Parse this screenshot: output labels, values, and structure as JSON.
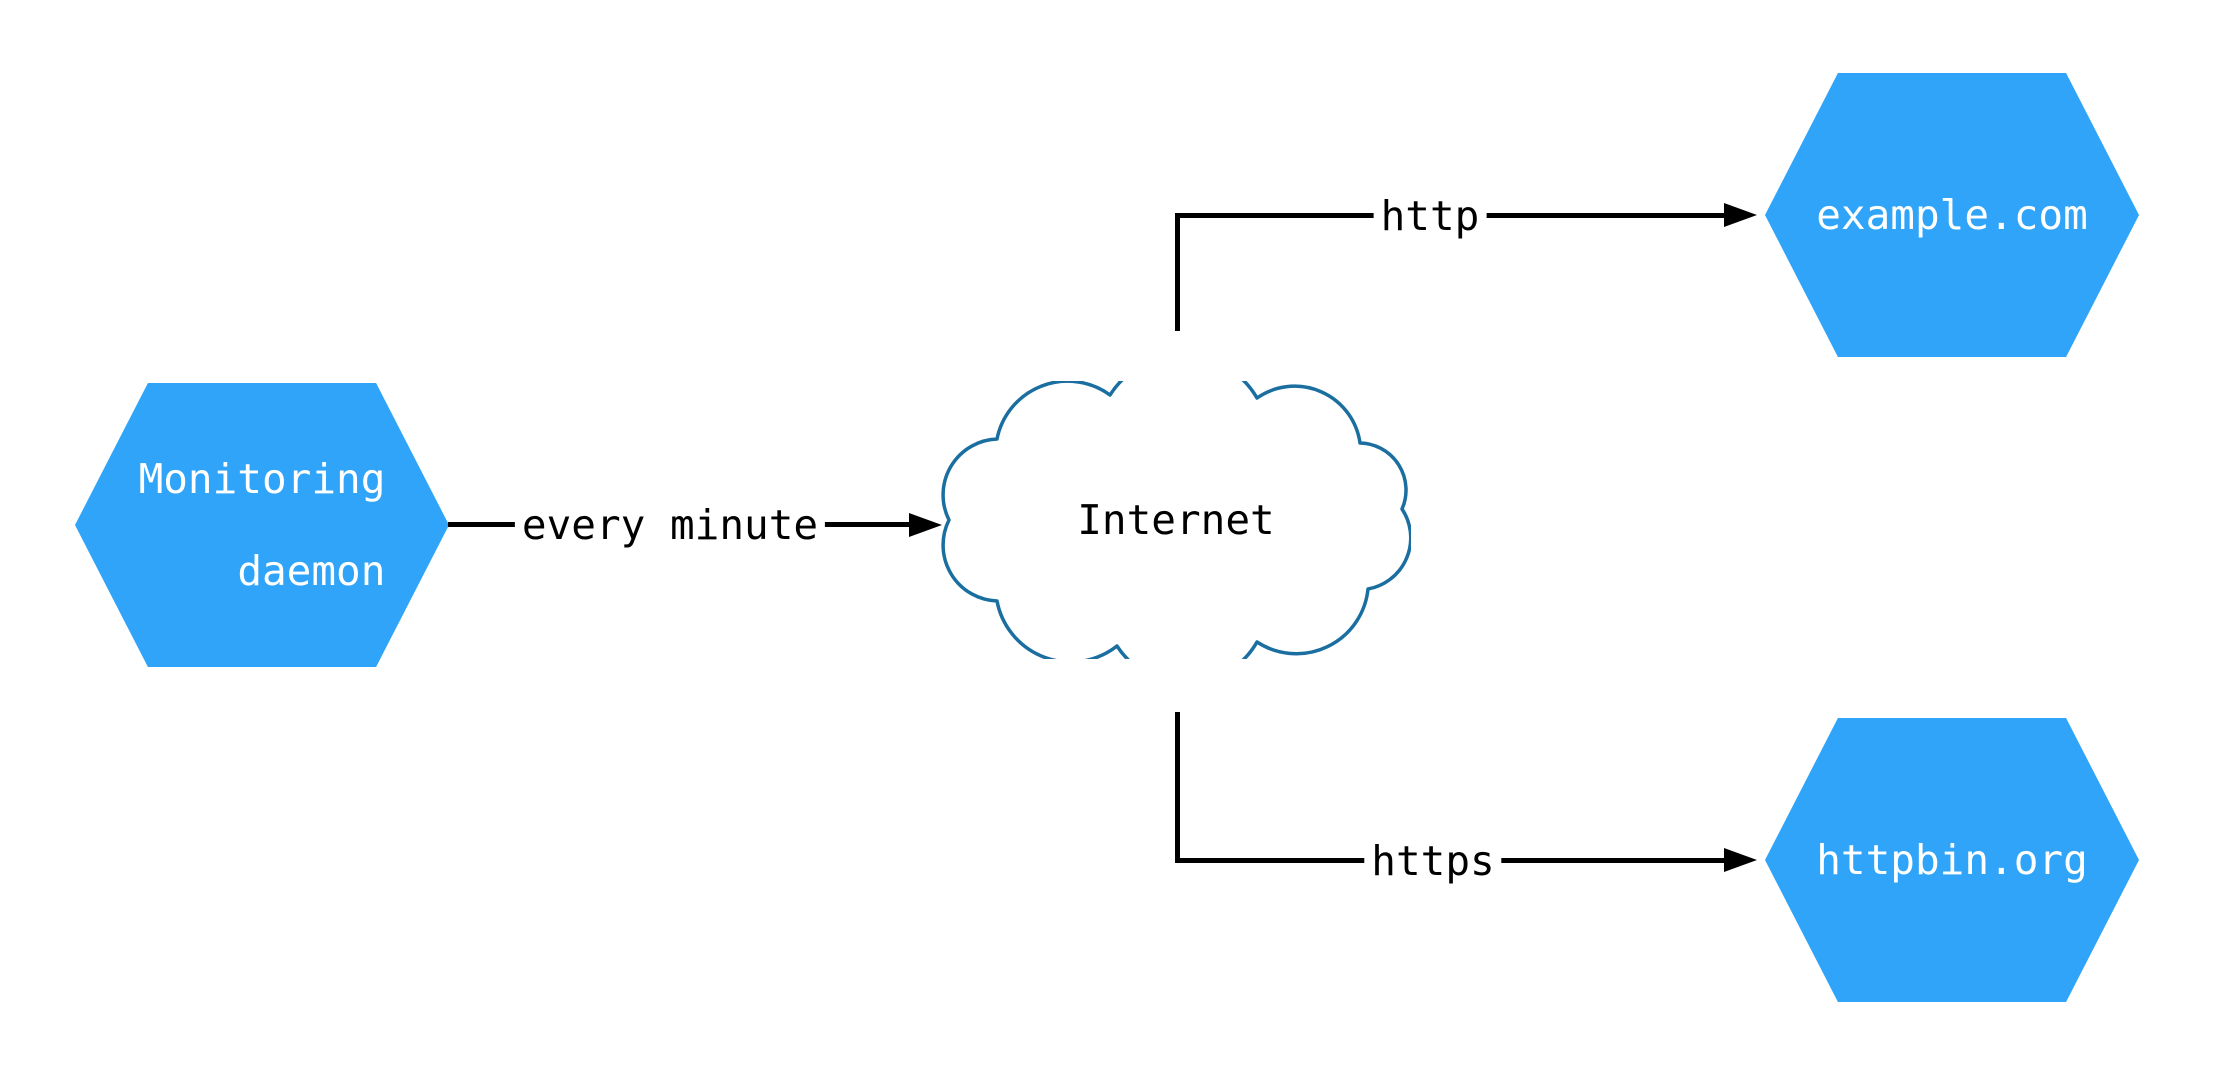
{
  "colors": {
    "background": "#ffffff",
    "node_fill": "#2FA4F8",
    "node_text": "#ffffff",
    "cloud_stroke": "#1B6EA0",
    "cloud_fill": "#ffffff",
    "edge": "#000000",
    "label_text": "#000000"
  },
  "nodes": {
    "monitoring": {
      "line1": "Monitoring",
      "line2": "daemon"
    },
    "internet": {
      "label": "Internet"
    },
    "example": {
      "label": "example.com"
    },
    "httpbin": {
      "label": "httpbin.org"
    }
  },
  "edges": {
    "every_minute": {
      "label": "every minute"
    },
    "http": {
      "label": "http"
    },
    "https": {
      "label": "https"
    }
  }
}
